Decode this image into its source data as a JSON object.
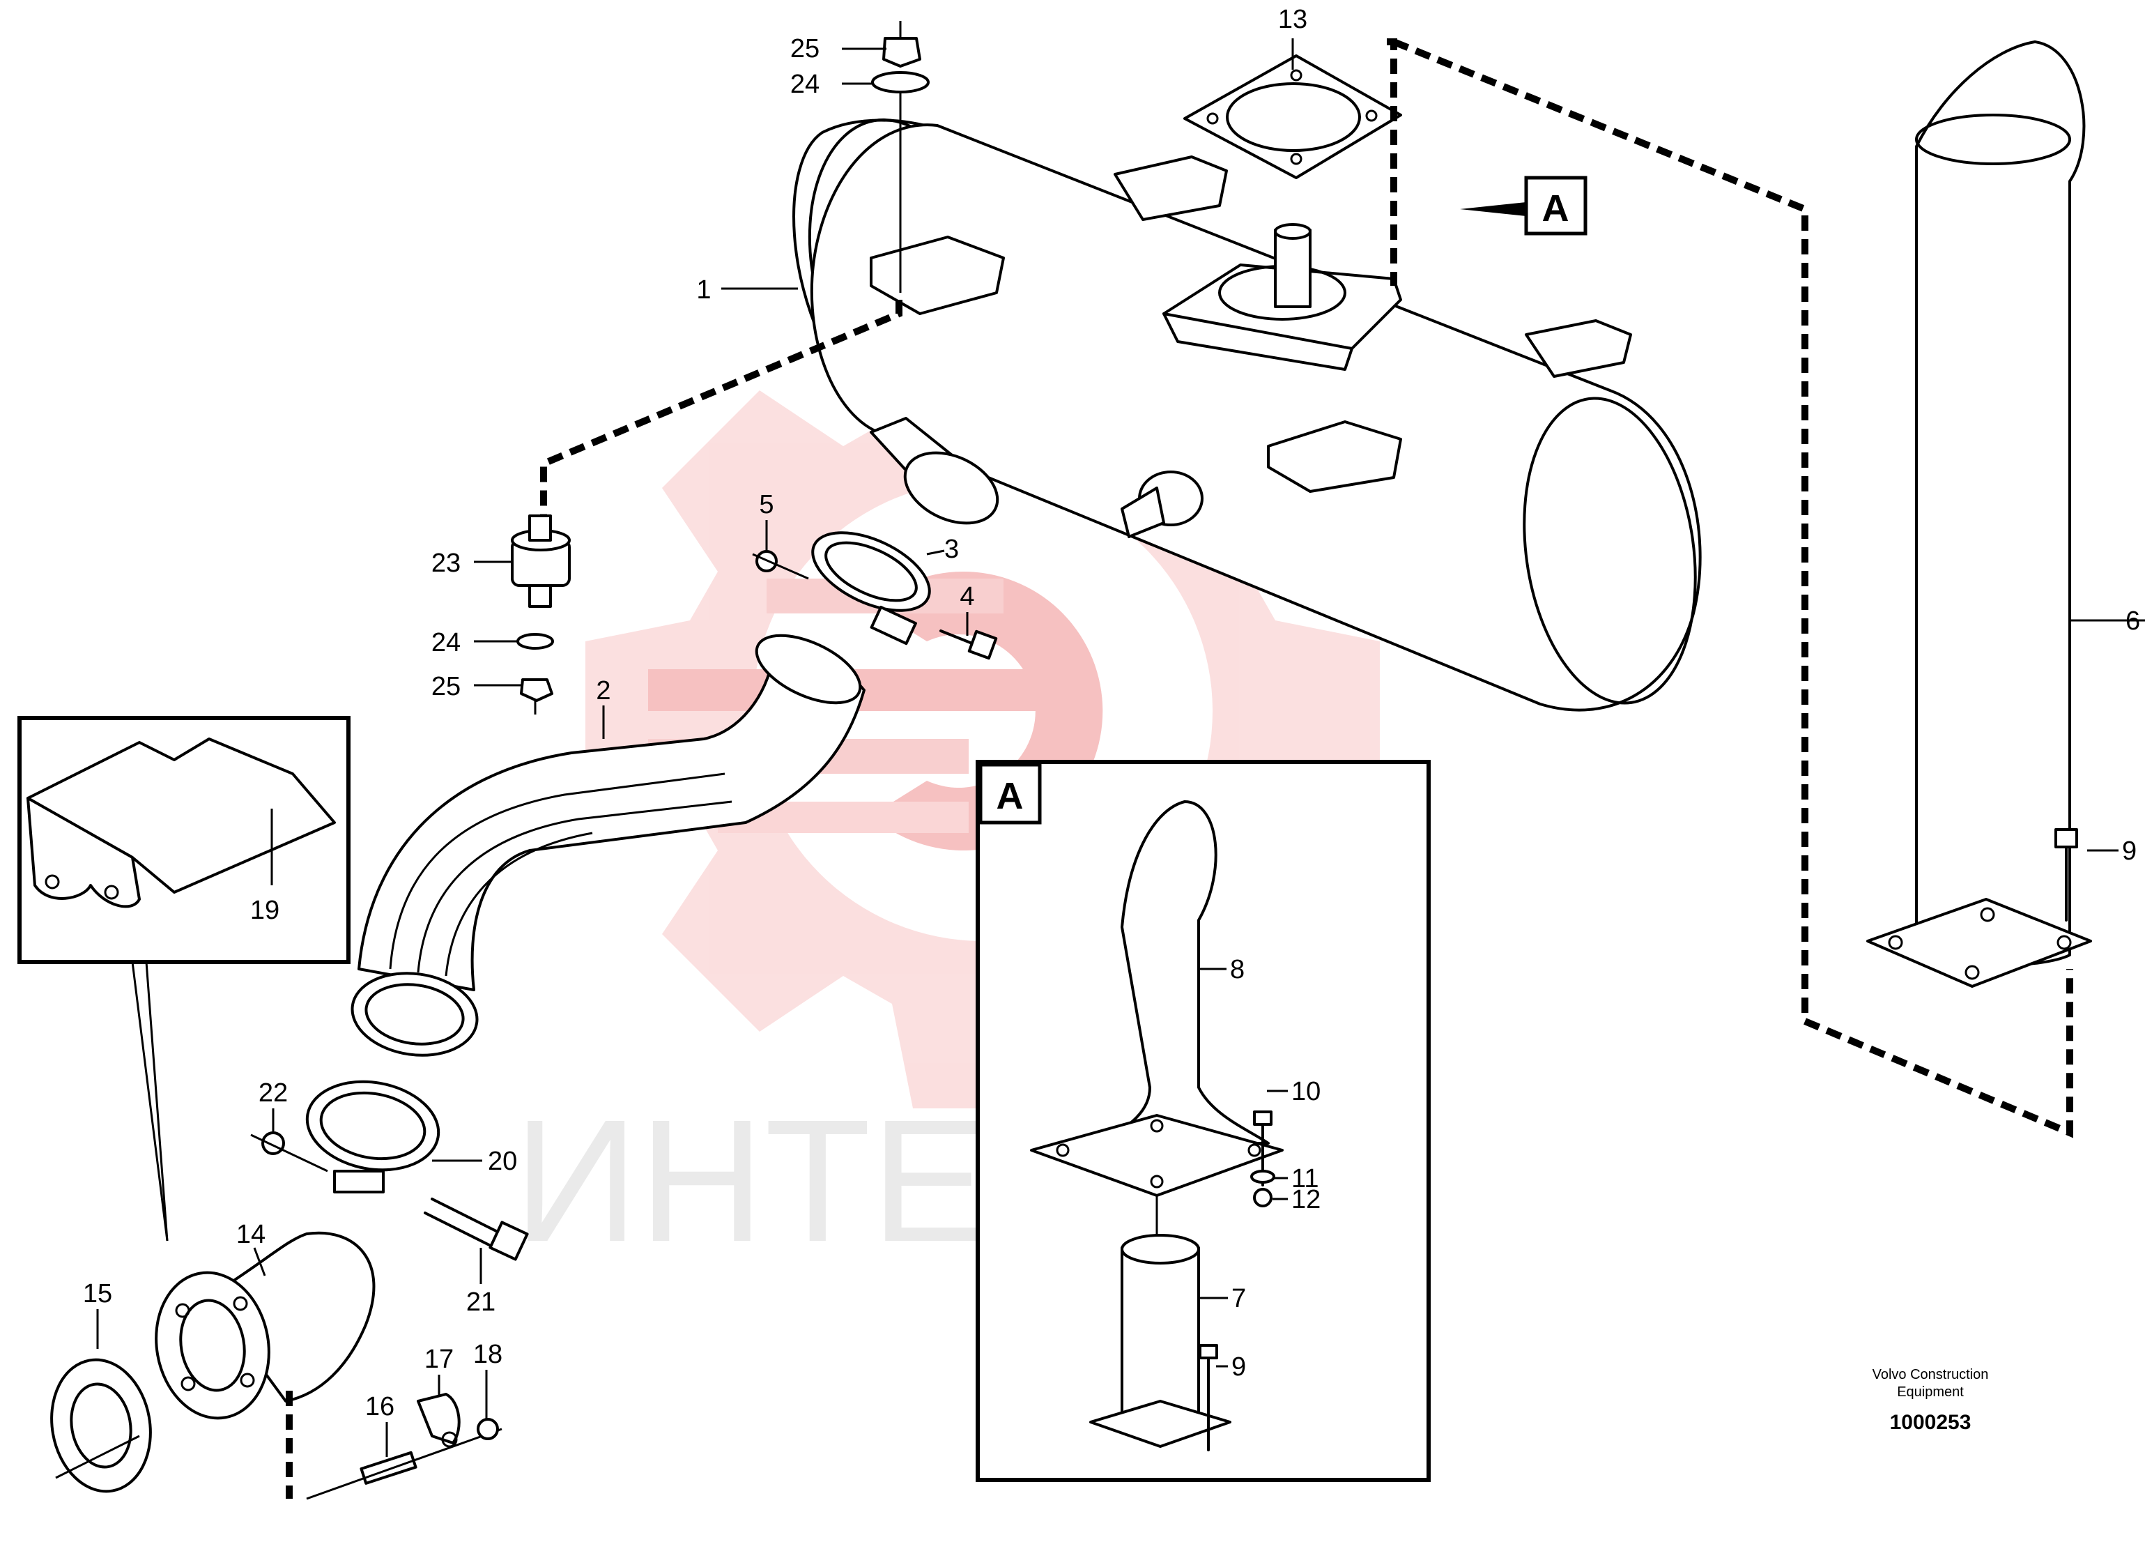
{
  "watermark": {
    "text": "ИНТЕХ",
    "logo": "gear-logo-icon",
    "color": "#f5a3a3",
    "text_color": "#e8e8e8"
  },
  "callouts": {
    "c1": "1",
    "c2": "2",
    "c3": "3",
    "c4": "4",
    "c5": "5",
    "c6": "6",
    "c7": "7",
    "c8": "8",
    "c9a": "9",
    "c9b": "9",
    "c10": "10",
    "c11": "11",
    "c12": "12",
    "c13": "13",
    "c14": "14",
    "c15": "15",
    "c16": "16",
    "c17": "17",
    "c18": "18",
    "c19": "19",
    "c20": "20",
    "c21": "21",
    "c22": "22",
    "c23": "23",
    "c24a": "24",
    "c24b": "24",
    "c25a": "25",
    "c25b": "25"
  },
  "detail_marker_top": "A",
  "detail_box_label": "A",
  "footer": {
    "line1": "Volvo Construction",
    "line2": "Equipment",
    "id": "1000253"
  }
}
